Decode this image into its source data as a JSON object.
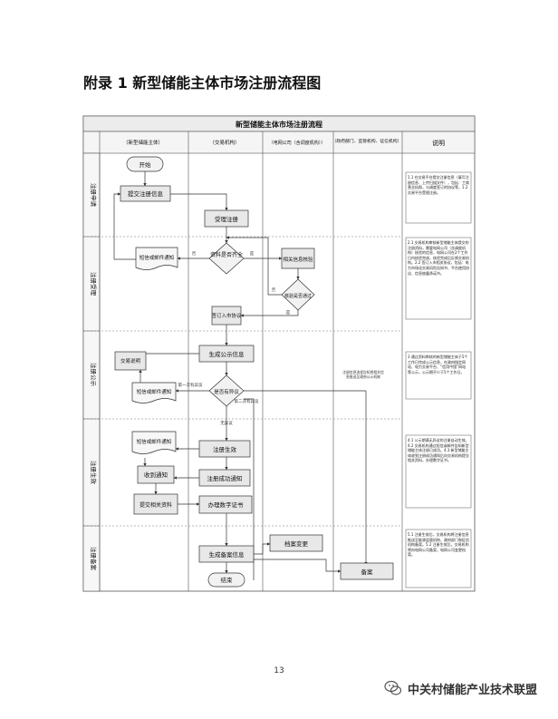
{
  "page": {
    "title": "附录 1 新型储能主体市场注册流程图",
    "page_number": "13",
    "watermark": "中关村储能产业技术联盟"
  },
  "chart": {
    "title": "新型储能主体市场注册流程",
    "columns": [
      "（新型储能主体）",
      "（交易机构）",
      "（电网公司（含调度机构））",
      "（政府部门、监管机构、征信机构）",
      "说明"
    ],
    "phases": [
      "注册申请",
      "注册受理",
      "注册公示",
      "注册生效",
      "注册备案"
    ],
    "nodes": {
      "start": "开始",
      "submit": "提交注册信息",
      "accept": "受理注册",
      "complete_check": "资料是否齐全",
      "notify1": "短信或邮件通知",
      "verify": "相关信息核验",
      "verify_pass": "核验是否通过",
      "sign": "签订入市协议",
      "publicity": "生成公示信息",
      "explain": "交易说明",
      "objection": "是否有异议",
      "notify2": "短信或邮件通知",
      "effective": "注册生效",
      "success_notice": "注册成功通知",
      "notify3": "短信或邮件通知",
      "receive": "收到通知",
      "submit_docs": "提交相关资料",
      "cert": "办理数字证书",
      "record": "生成备案信息",
      "archive": "档案变更",
      "filing": "备案",
      "end": "结束"
    },
    "edge_labels": {
      "no": "否",
      "yes": "是",
      "first_dissent": "第一次有异议",
      "second_dissent": "第二次有异议",
      "no_dissent": "无异议",
      "gov_note": "注册信息流程告知将相关信息推送至政府公示机制"
    },
    "notes": [
      "1.1 在交易平台提交注册信息（填写注册信息、上传扫描文件），包括：工商营业执照，与调度签订的协议等。1.2 交易平台受理注册。",
      "2.1 交易机构审核新型储能主体提交的注册资料，需要电网公司（含调度机构）核验的信息，电网公司在2个工作日内核验完成，核验完成后反馈交易机构。2.2 签订入市相关协议，包括：电力市场化交易风险告知书、平台使用协议、信息披露承诺书。",
      "3 通过资料审核的新型储能主体于5个工作日完成公示信息，在政府指定网站、电力交易平台、“信用中国”网站等公示，公示期不少于5个工作日。",
      "4.1 公示期满无异议的注册自动生效。4.2 交易机构通过短信或邮件告知新型储能主体注册已成功。4.3 新型储能主体收到注册成功通知后向交易机构提交相关资料，办理数字证书。",
      "5.1 注册生效后，交易机构将注册信息推送至能源监管机构、政府部门和征信机构备案。5.2 注册生效后，交易机构将向电网公司备案，电网公司变更档案。"
    ]
  }
}
